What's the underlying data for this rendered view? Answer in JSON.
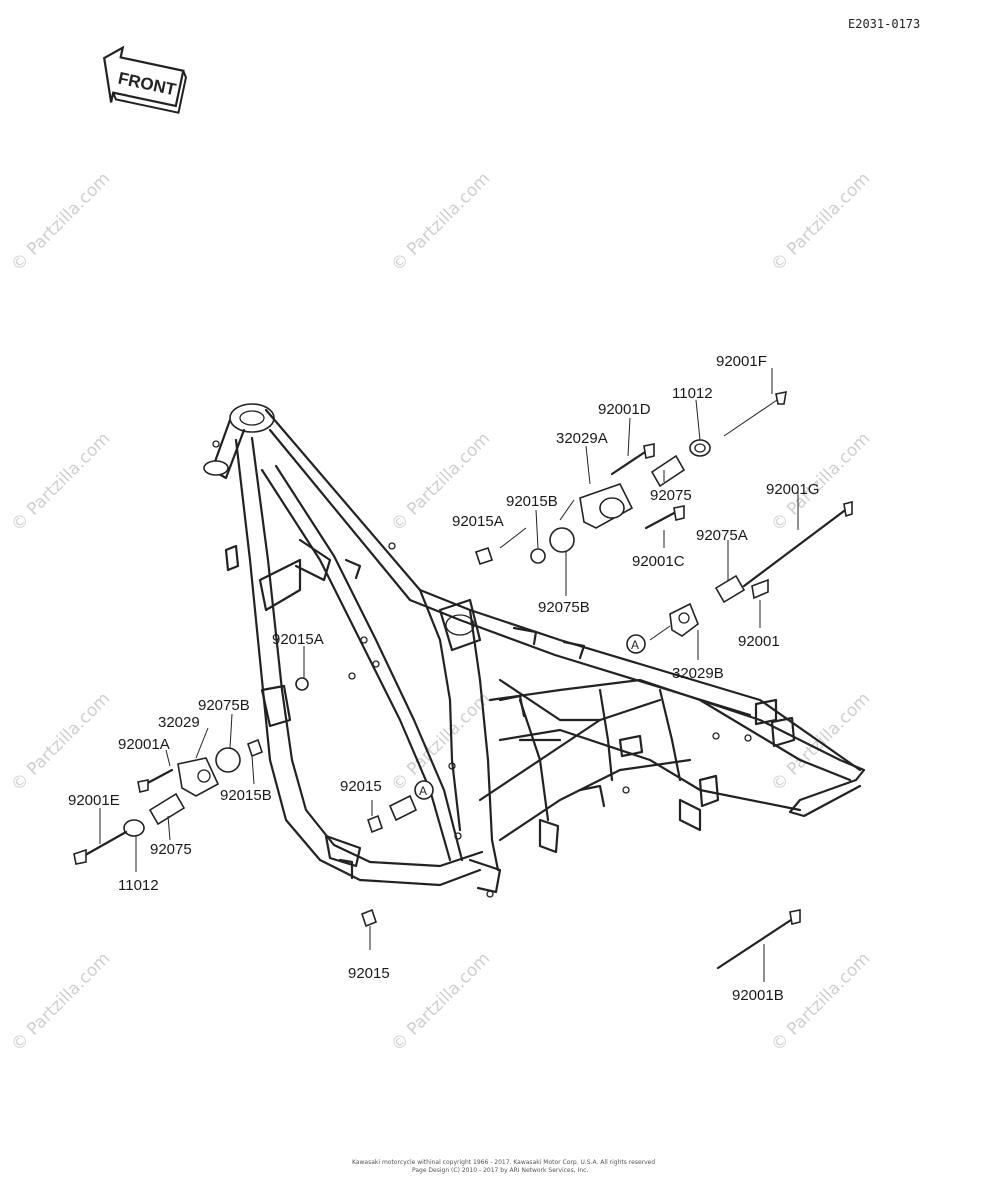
{
  "diagram": {
    "reference_code": "E2031-0173",
    "front_label": "FRONT",
    "watermark": "© Partzilla.com",
    "footer_line1": "Kawasaki motorcycle withinal copyright 1966 - 2017. Kawasaki Motor Corp. U.S.A. All rights reserved",
    "footer_line2": "Page Design (C) 2010 - 2017 by ARI Network Services, Inc.",
    "callouts": [
      {
        "id": "c1",
        "text": "92001F"
      },
      {
        "id": "c2",
        "text": "11012"
      },
      {
        "id": "c3",
        "text": "92001D"
      },
      {
        "id": "c4",
        "text": "32029A"
      },
      {
        "id": "c5",
        "text": "92075"
      },
      {
        "id": "c6",
        "text": "92015B"
      },
      {
        "id": "c7",
        "text": "92015A"
      },
      {
        "id": "c8",
        "text": "92001G"
      },
      {
        "id": "c9",
        "text": "92001C"
      },
      {
        "id": "c10",
        "text": "92075A"
      },
      {
        "id": "c11",
        "text": "92075B"
      },
      {
        "id": "c12",
        "text": "92001"
      },
      {
        "id": "c13",
        "text": "32029B"
      },
      {
        "id": "c14",
        "text": "92015A"
      },
      {
        "id": "c15",
        "text": "92075B"
      },
      {
        "id": "c16",
        "text": "32029"
      },
      {
        "id": "c17",
        "text": "92001A"
      },
      {
        "id": "c18",
        "text": "92015B"
      },
      {
        "id": "c19",
        "text": "92001E"
      },
      {
        "id": "c20",
        "text": "92075"
      },
      {
        "id": "c21",
        "text": "11012"
      },
      {
        "id": "c22",
        "text": "92015"
      },
      {
        "id": "c23",
        "text": "92015"
      },
      {
        "id": "c24",
        "text": "92001B"
      }
    ],
    "marker_a": "A"
  }
}
